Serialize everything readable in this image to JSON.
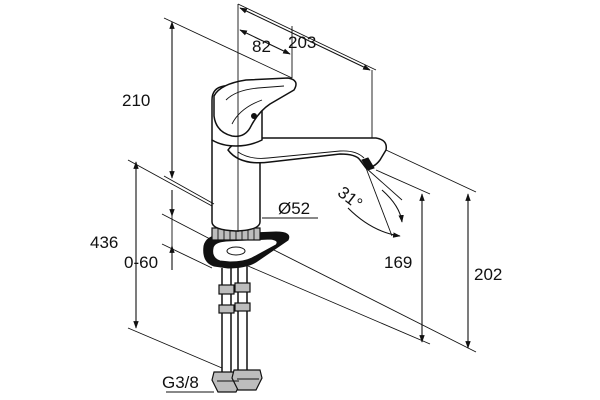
{
  "drawing": {
    "dimensions": {
      "spout_reach": "203",
      "lever_offset": "82",
      "height_to_lever": "210",
      "total_height": "436",
      "deck_thickness": "0-60",
      "base_diameter": "Ø52",
      "spout_angle": "31°",
      "outlet_height": "169",
      "spout_height": "202",
      "thread": "G3/8"
    }
  }
}
